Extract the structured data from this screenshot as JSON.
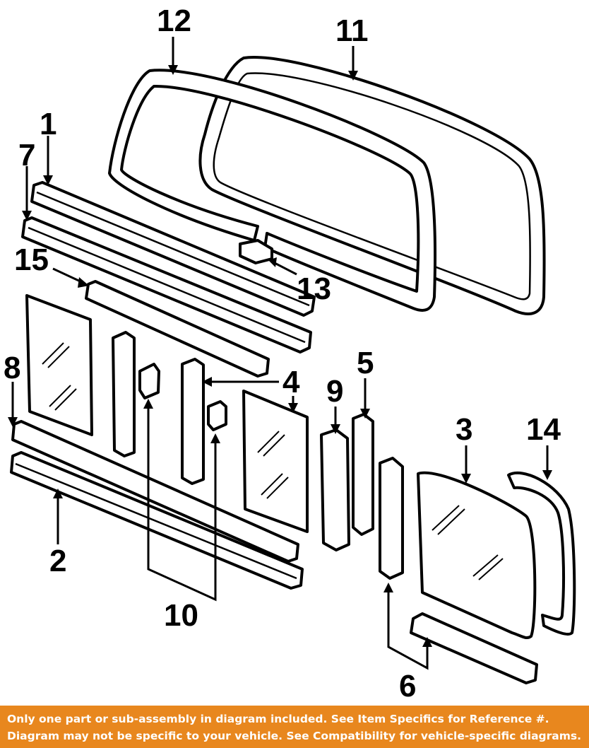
{
  "callouts": {
    "n1": "1",
    "n2": "2",
    "n3": "3",
    "n4": "4",
    "n5": "5",
    "n6": "6",
    "n7": "7",
    "n8": "8",
    "n9": "9",
    "n10": "10",
    "n11": "11",
    "n12": "12",
    "n13": "13",
    "n14": "14",
    "n15": "15"
  },
  "footer": {
    "line1": "Only one part or sub-assembly in diagram included. See Item Specifics for Reference #.",
    "line2": "Diagram may not be specific to your vehicle. See Compatibility for vehicle-specific diagrams."
  },
  "colors": {
    "footer_background": "#e8871e",
    "footer_text": "#ffffff",
    "line_art": "#000000"
  }
}
